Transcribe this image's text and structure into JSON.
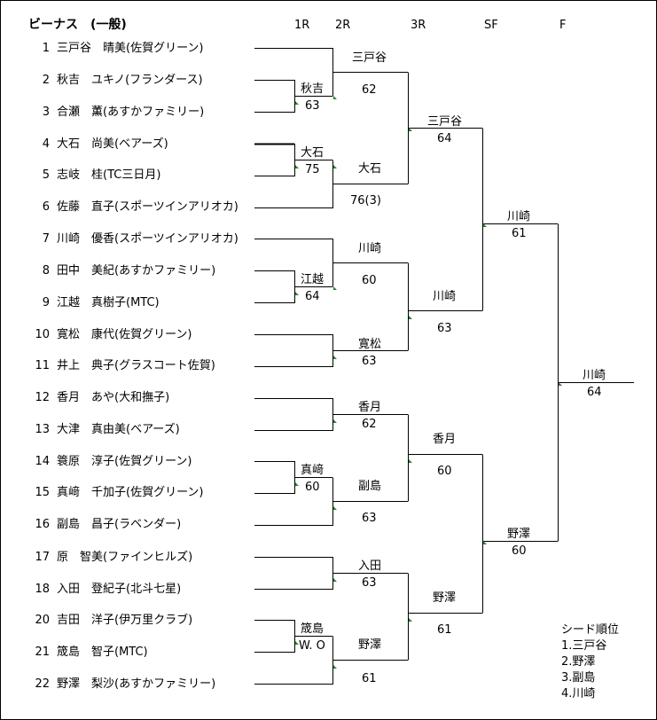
{
  "title": "ビーナス　(一般)",
  "rounds": [
    "1R",
    "2R",
    "3R",
    "SF",
    "F"
  ],
  "players": [
    {
      "no": "1",
      "name": "三戸谷　晴美(佐賀グリーン)"
    },
    {
      "no": "2",
      "name": "秋吉　ユキノ(フランダース)"
    },
    {
      "no": "3",
      "name": "合瀬　薫(あすかファミリー)"
    },
    {
      "no": "4",
      "name": "大石　尚美(ベアーズ)"
    },
    {
      "no": "5",
      "name": "志岐　桂(TC三日月)"
    },
    {
      "no": "6",
      "name": "佐藤　直子(スポーツインアリオカ)"
    },
    {
      "no": "7",
      "name": "川崎　優香(スポーツインアリオカ)"
    },
    {
      "no": "8",
      "name": "田中　美紀(あすかファミリー)"
    },
    {
      "no": "9",
      "name": "江越　真樹子(MTC)"
    },
    {
      "no": "10",
      "name": "寛松　康代(佐賀グリーン)"
    },
    {
      "no": "11",
      "name": "井上　典子(グラスコート佐賀)"
    },
    {
      "no": "12",
      "name": "香月　あや(大和撫子)"
    },
    {
      "no": "13",
      "name": "大津　真由美(ベアーズ)"
    },
    {
      "no": "14",
      "name": "簑原　淳子(佐賀グリーン)"
    },
    {
      "no": "15",
      "name": "真﨑　千加子(佐賀グリーン)"
    },
    {
      "no": "16",
      "name": "副島　昌子(ラベンダー)"
    },
    {
      "no": "17",
      "name": "原　智美(ファインヒルズ)"
    },
    {
      "no": "18",
      "name": "入田　登紀子(北斗七星)"
    },
    {
      "no": "20",
      "name": "吉田　洋子(伊万里クラブ)"
    },
    {
      "no": "21",
      "name": "筬島　智子(MTC)"
    },
    {
      "no": "22",
      "name": "野澤　梨沙(あすかファミリー)"
    }
  ],
  "results": {
    "r1": [
      {
        "winner": "秋吉",
        "score": "63"
      },
      {
        "winner": "大石",
        "score": "75"
      },
      {
        "winner": "江越",
        "score": "64"
      },
      {
        "winner": "真﨑",
        "score": "60"
      },
      {
        "winner": "筬島",
        "score": "W. O"
      }
    ],
    "r2": [
      {
        "winner": "三戸谷",
        "score": "62"
      },
      {
        "winner": "大石",
        "score": "76(3)"
      },
      {
        "winner": "川崎",
        "score": "60"
      },
      {
        "winner": "寛松",
        "score": "63"
      },
      {
        "winner": "香月",
        "score": "62"
      },
      {
        "winner": "副島",
        "score": "63"
      },
      {
        "winner": "入田",
        "score": "63"
      },
      {
        "winner": "野澤",
        "score": "61"
      }
    ],
    "r3": [
      {
        "winner": "三戸谷",
        "score": "64"
      },
      {
        "winner": "川崎",
        "score": "63"
      },
      {
        "winner": "香月",
        "score": "60"
      },
      {
        "winner": "野澤",
        "score": "61"
      }
    ],
    "sf": [
      {
        "winner": "川崎",
        "score": "61"
      },
      {
        "winner": "野澤",
        "score": "60"
      }
    ],
    "final": {
      "winner": "川崎",
      "score": "64"
    }
  },
  "seeds": {
    "heading": "シード順位",
    "list": [
      "1.三戸谷",
      "2.野澤",
      "3.副島",
      "4.川崎"
    ]
  }
}
